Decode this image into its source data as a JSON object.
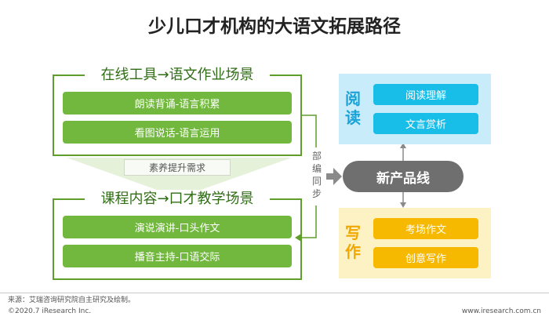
{
  "title": "少儿口才机构的大语文拓展路径",
  "top_section": {
    "title": "在线工具→语文作业场景",
    "items": [
      "朗读背诵-语言积累",
      "看图说话-语言运用"
    ]
  },
  "middle_label": "素养提升需求",
  "bottom_section": {
    "title": "课程内容→口才教学场景",
    "items": [
      "演说演讲-口头作文",
      "播音主持-口语交际"
    ]
  },
  "side_label": "部编同步",
  "center_label": "新产品线",
  "reading": {
    "label": "阅读",
    "items": [
      "阅读理解",
      "文言赏析"
    ]
  },
  "writing": {
    "label": "写作",
    "items": [
      "考场作文",
      "创意写作"
    ]
  },
  "footer": {
    "source": "来源：艾瑞咨询研究院自主研究及绘制。",
    "copyright": "©2020.7 iResearch Inc.",
    "website": "www.iresearch.com.cn"
  },
  "colors": {
    "green_frame": "#5f9e2a",
    "green_button": "#72b83e",
    "blue_bg": "#c9ecfa",
    "blue_button": "#18bde8",
    "blue_text": "#1aa3d9",
    "yellow_bg": "#fdf2c4",
    "yellow_button": "#f6b900",
    "yellow_text": "#f0a800",
    "center_gray": "#6f6f6f"
  }
}
